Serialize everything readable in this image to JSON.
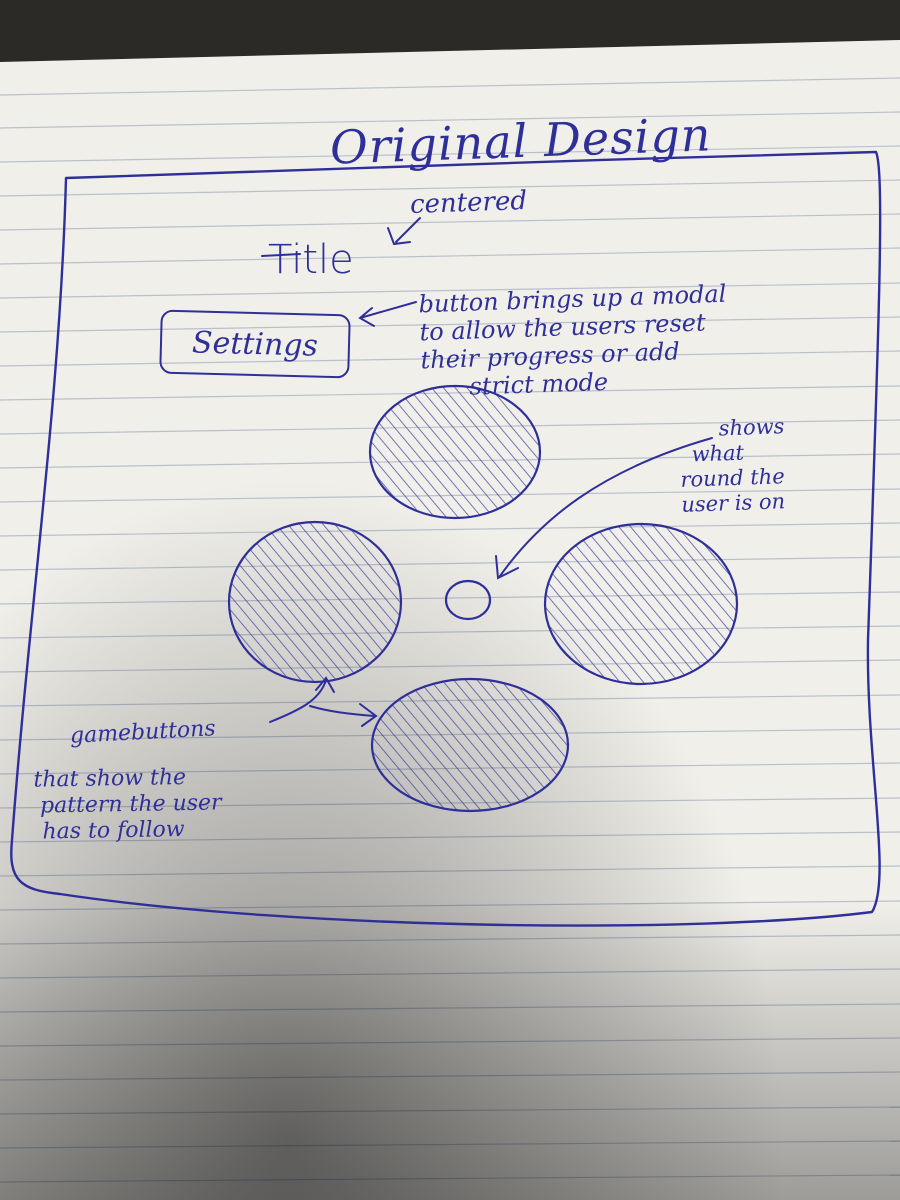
{
  "sketch": {
    "heading": "Original Design",
    "notes": {
      "centered": "centered",
      "title": "Title",
      "settings_note_lines": [
        "button brings up a modal",
        "to allow the users reset",
        "their progress or add",
        "strict mode"
      ],
      "round_note_lines": [
        "shows",
        "what",
        "round the",
        "user is on"
      ],
      "gamebuttons_label": "gamebuttons",
      "gamebuttons_note_lines": [
        "that show the",
        "pattern the user",
        "has to follow"
      ]
    },
    "settings_button": "Settings"
  },
  "colors": {
    "ink": "#2f2f9a",
    "paper": "#f1efea",
    "rule_lines": "#b9c0cc",
    "background": "#2b2a26"
  }
}
